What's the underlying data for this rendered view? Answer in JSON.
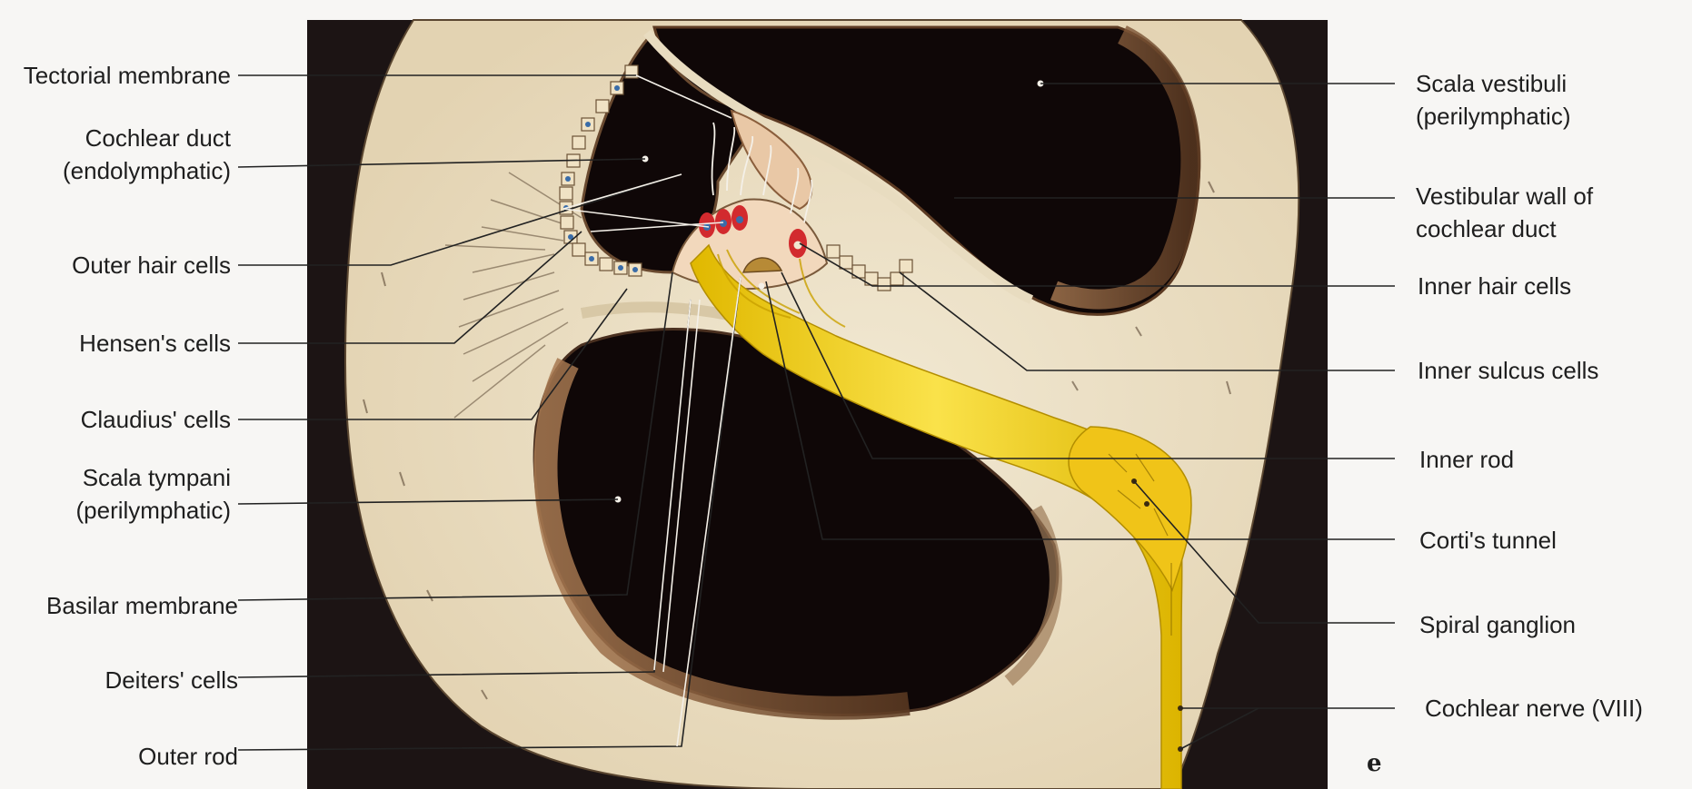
{
  "labels_left": [
    {
      "id": "tectorial-membrane",
      "lines": [
        "Tectorial membrane"
      ]
    },
    {
      "id": "cochlear-duct",
      "lines": [
        "Cochlear duct",
        "(endolymphatic)"
      ]
    },
    {
      "id": "outer-hair-cells",
      "lines": [
        "Outer hair cells"
      ]
    },
    {
      "id": "hensens-cells",
      "lines": [
        "Hensen's cells"
      ]
    },
    {
      "id": "claudius-cells",
      "lines": [
        "Claudius' cells"
      ]
    },
    {
      "id": "scala-tympani",
      "lines": [
        "Scala tympani",
        "(perilymphatic)"
      ]
    },
    {
      "id": "basilar-membrane",
      "lines": [
        "Basilar membrane"
      ]
    },
    {
      "id": "deiters-cells",
      "lines": [
        "Deiters' cells"
      ]
    },
    {
      "id": "outer-rod",
      "lines": [
        "Outer rod"
      ]
    }
  ],
  "labels_right": [
    {
      "id": "scala-vestibuli",
      "lines": [
        "Scala vestibuli",
        "(perilymphatic)"
      ]
    },
    {
      "id": "vestibular-wall",
      "lines": [
        "Vestibular wall of",
        "cochlear duct"
      ]
    },
    {
      "id": "inner-hair-cells",
      "lines": [
        "Inner hair cells"
      ]
    },
    {
      "id": "inner-sulcus-cells",
      "lines": [
        "Inner sulcus cells"
      ]
    },
    {
      "id": "inner-rod",
      "lines": [
        "Inner rod"
      ]
    },
    {
      "id": "cortis-tunnel",
      "lines": [
        "Corti's tunnel"
      ]
    },
    {
      "id": "spiral-ganglion",
      "lines": [
        "Spiral ganglion"
      ]
    },
    {
      "id": "cochlear-nerve",
      "lines": [
        "Cochlear nerve (VIII)"
      ]
    }
  ],
  "figure_letter": "e",
  "colors": {
    "background": "#f7f6f4",
    "dark_frame": "#1c1414",
    "bone": "#ece2c8",
    "cavity": "#0f0707",
    "cavity_rim": "#8a5e3c",
    "nerve": "#f2cf16",
    "hair_cell_red": "#d22a2e",
    "cell_blue": "#3a6ca8"
  }
}
